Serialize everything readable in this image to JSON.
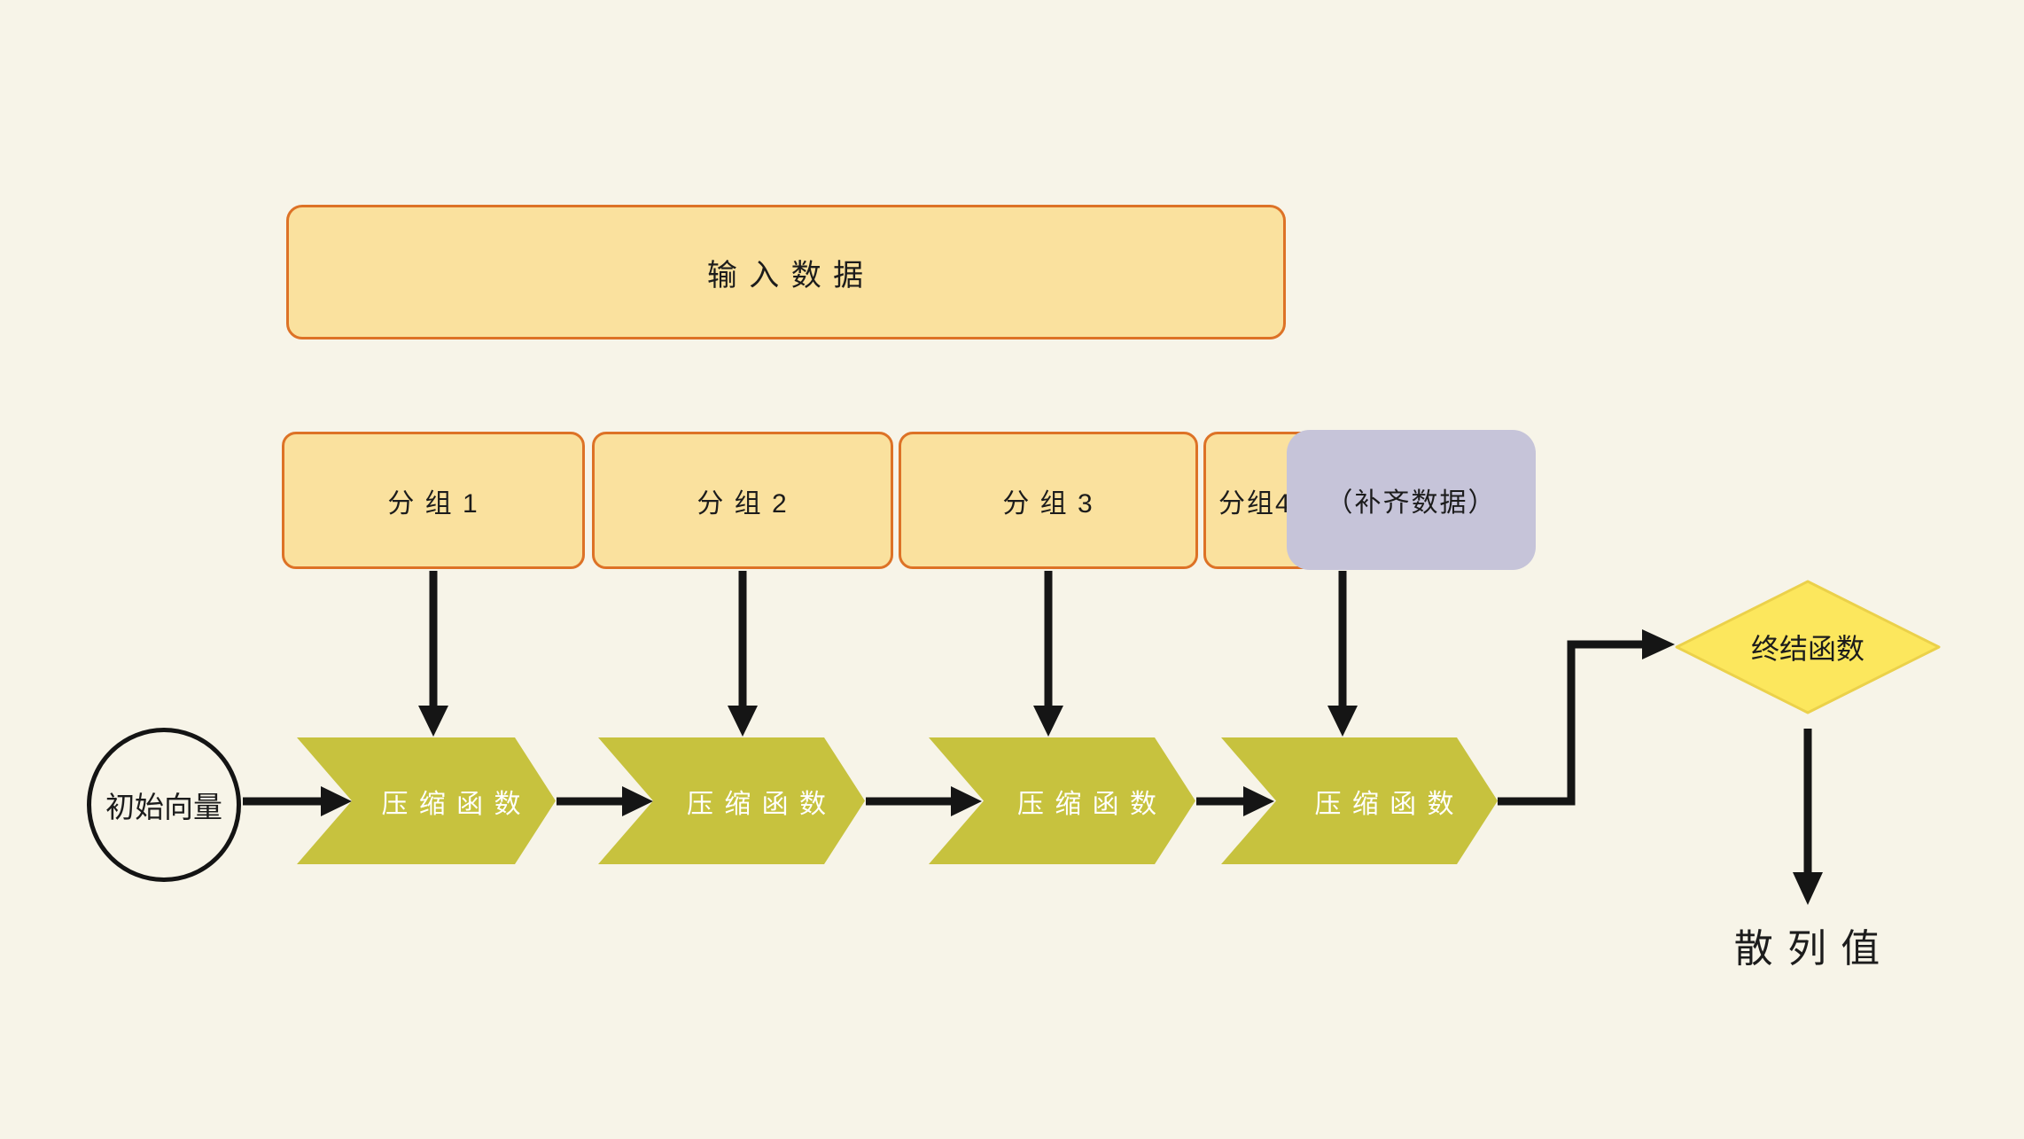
{
  "diagram": {
    "background_color": "#F7F4E8",
    "colors": {
      "block_fill": "#FAE19E",
      "block_border": "#DD7226",
      "padding_block_fill": "#C6C4D9",
      "chevron_fill": "#C7C23E",
      "chevron_text": "#FFFFFF",
      "diamond_fill": "#FCE75D",
      "diamond_border": "#EBD14A",
      "connector_color": "#151515",
      "text_color": "#1C1C1C"
    },
    "input_box": {
      "label": "输 入 数 据"
    },
    "groups": [
      {
        "label": "分 组 1"
      },
      {
        "label": "分 组 2"
      },
      {
        "label": "分 组 3"
      },
      {
        "label": "分组4"
      }
    ],
    "padding_box": {
      "label": "（补齐数据）"
    },
    "initial_vector": {
      "label": "初始向量"
    },
    "compression_functions": [
      {
        "label": "压 缩 函 数"
      },
      {
        "label": "压 缩 函 数"
      },
      {
        "label": "压 缩 函 数"
      },
      {
        "label": "压 缩 函 数"
      }
    ],
    "final_function": {
      "label": "终结函数"
    },
    "output": {
      "label": "散 列 值"
    }
  }
}
